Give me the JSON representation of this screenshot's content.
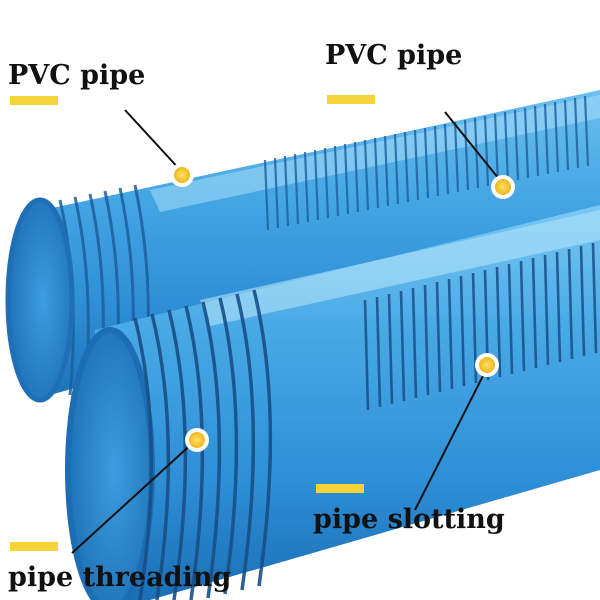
{
  "labels": {
    "pvc_left": "PVC pipe",
    "pvc_right": "PVC pipe",
    "pipe_slotting": "pipe slotting",
    "pipe_threading": "pipe threading"
  },
  "colors": {
    "pipe_blue": "#2f95dc",
    "pipe_shadow": "#1a6fb5",
    "pipe_highlight": "#8fd0f7",
    "thread_line": "#1a5d97",
    "label_bar": "#f7d33a",
    "dot_fill": "#f5c93a"
  }
}
